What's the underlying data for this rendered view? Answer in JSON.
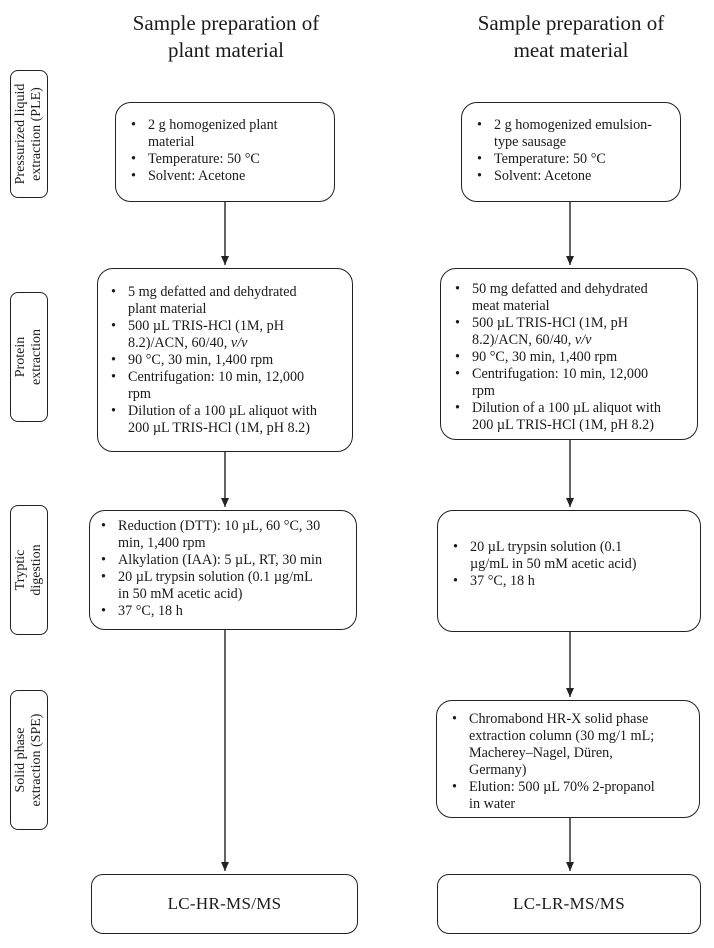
{
  "columns": [
    {
      "title_lines": [
        "Sample preparation of",
        "plant material"
      ],
      "final_label": "LC-HR-MS/MS",
      "boxes": [
        [
          [
            "2 g homogenized plant",
            "material"
          ],
          [
            "Temperature: 50 °C"
          ],
          [
            "Solvent: Acetone"
          ]
        ],
        [
          [
            "5 mg defatted and dehydrated",
            "plant material"
          ],
          [
            "500 µL TRIS-HCl (1M, pH",
            "8.2)/ACN, 60/40, v/v"
          ],
          [
            "90 °C, 30 min, 1,400 rpm"
          ],
          [
            "Centrifugation: 10 min, 12,000",
            "rpm"
          ],
          [
            "Dilution of a 100 µL aliquot with",
            "200 µL TRIS-HCl (1M, pH 8.2)"
          ]
        ],
        [
          [
            "Reduction (DTT): 10 µL, 60 °C, 30",
            "min, 1,400 rpm"
          ],
          [
            "Alkylation (IAA): 5 µL, RT, 30 min"
          ],
          [
            "20 µL trypsin solution (0.1 µg/mL",
            "in 50 mM acetic acid)"
          ],
          [
            "37 °C, 18 h"
          ]
        ]
      ]
    },
    {
      "title_lines": [
        "Sample preparation of",
        "meat material"
      ],
      "final_label": "LC-LR-MS/MS",
      "boxes": [
        [
          [
            "2 g homogenized emulsion-",
            "type sausage"
          ],
          [
            "Temperature: 50 °C"
          ],
          [
            "Solvent: Acetone"
          ]
        ],
        [
          [
            "50 mg defatted and dehydrated",
            "meat material"
          ],
          [
            "500 µL TRIS-HCl (1M, pH",
            "8.2)/ACN, 60/40, v/v"
          ],
          [
            "90 °C, 30 min, 1,400 rpm"
          ],
          [
            "Centrifugation: 10 min, 12,000",
            "rpm"
          ],
          [
            "Dilution of a 100 µL aliquot with",
            "200 µL TRIS-HCl (1M, pH 8.2)"
          ]
        ],
        [
          [
            "20 µL trypsin solution (0.1",
            "µg/mL in 50 mM acetic acid)"
          ],
          [
            "37 °C, 18 h"
          ]
        ],
        [
          [
            "Chromabond HR-X solid phase",
            "extraction column (30 mg/1 mL;",
            "Macherey–Nagel, Düren,",
            "Germany)"
          ],
          [
            "Elution: 500 µL 70% 2-propanol",
            "in water"
          ]
        ]
      ]
    }
  ],
  "stages": [
    [
      "Pressurized liquid",
      "extraction (PLE)"
    ],
    [
      "Protein",
      "extraction"
    ],
    [
      "Tryptic",
      "digestion"
    ],
    [
      "Solid phase",
      "extraction (SPE)"
    ]
  ],
  "italic_terms": [
    "v/v"
  ]
}
